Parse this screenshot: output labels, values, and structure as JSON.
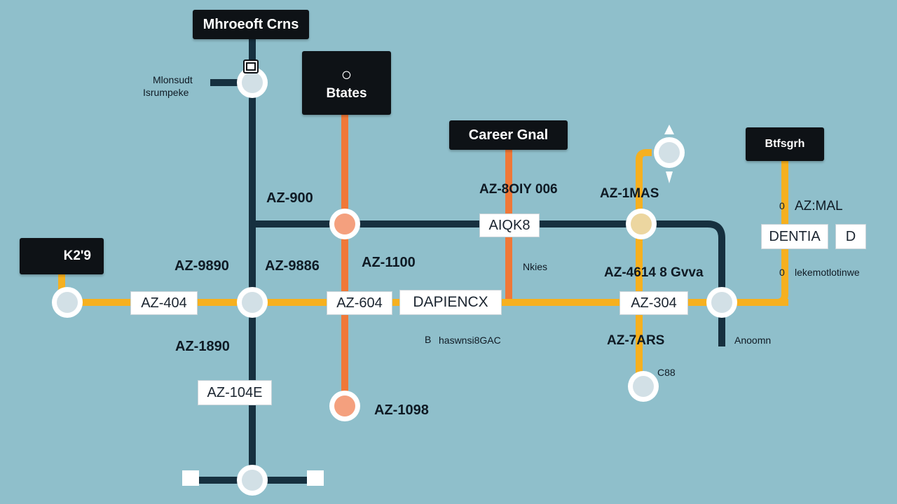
{
  "header": {
    "title": "Mhroeoft Crns",
    "states_label": "Btates",
    "career_goal": "Career Gnal",
    "badge_right": "Btfsgrh",
    "left_badge": "K2'9"
  },
  "annotations": {
    "top_left_line1": "Mlonsudt",
    "top_left_line2": "Isrumpeke",
    "az900_top": "AZ-900",
    "az9890": "AZ-9890",
    "az9886": "AZ-9886",
    "az1890": "AZ-1890",
    "az1100_mid": "AZ-1100",
    "az8oiy": "AZ-8OIY 006",
    "nkies": "Nkies",
    "az1mas": "AZ-1MAS",
    "az8mas_right": "AZ:MAL",
    "az4614": "AZ-4614 8 Gvva",
    "az7ars": "AZ-7ARS",
    "az1098": "AZ-1098",
    "lekemot": "lekemotlotinwe",
    "haswni": "haswnsi8GAC",
    "anoomn": "Anoomn",
    "o_small": "0",
    "o_small2": "0",
    "b_small": "B",
    "c88": "C88"
  },
  "tags": {
    "az404_left": "AZ-404",
    "az404_mid": "AZ-604",
    "dapience": "DAPIENCX",
    "aiqk": "AIQK8",
    "az304": "AZ-304",
    "az1048": "AZ-104E",
    "dentia": "DENTIA",
    "d_box": "D"
  },
  "colors": {
    "background": "#8fbfcb",
    "navy_line": "#16303f",
    "orange_line": "#f07838",
    "yellow_line": "#f6b01f",
    "node_fill": "#d2e0e6",
    "node_orange": "#f4a07e",
    "node_yellow": "#ecd6a0"
  }
}
